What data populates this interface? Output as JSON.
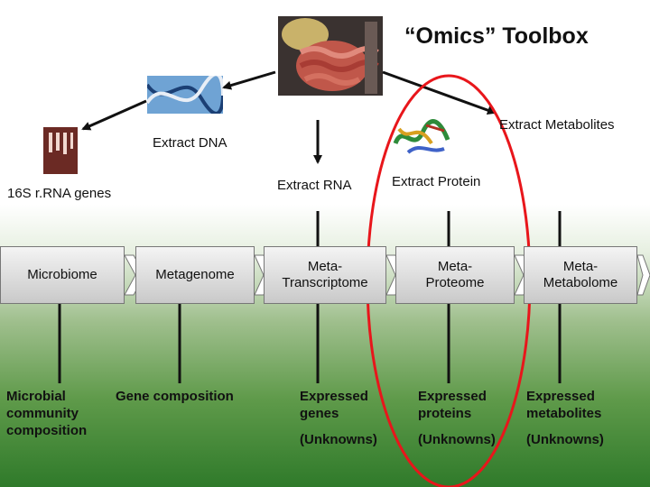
{
  "title": "“Omics” Toolbox",
  "labels": {
    "extract_dna": "Extract DNA",
    "extract_metabolites": "Extract Metabolites",
    "extract_rna": "Extract RNA",
    "extract_protein": "Extract Protein",
    "rrna_genes": "16S r.RNA genes"
  },
  "boxes": {
    "microbiome": "Microbiome",
    "metagenome": "Metagenome",
    "metatranscriptome": "Meta- Transcriptome",
    "metaproteome": "Meta- Proteome",
    "metametabolome": "Meta- Metabolome"
  },
  "outputs": {
    "microbial": "Microbial community composition",
    "gene": "Gene composition",
    "genes": "Expressed genes",
    "proteins": "Expressed proteins",
    "metabolites": "Expressed metabolites",
    "unknowns": "(Unknowns)"
  },
  "colors": {
    "highlight": "#e8161b",
    "box_border": "#777777",
    "arrow": "#111111"
  }
}
